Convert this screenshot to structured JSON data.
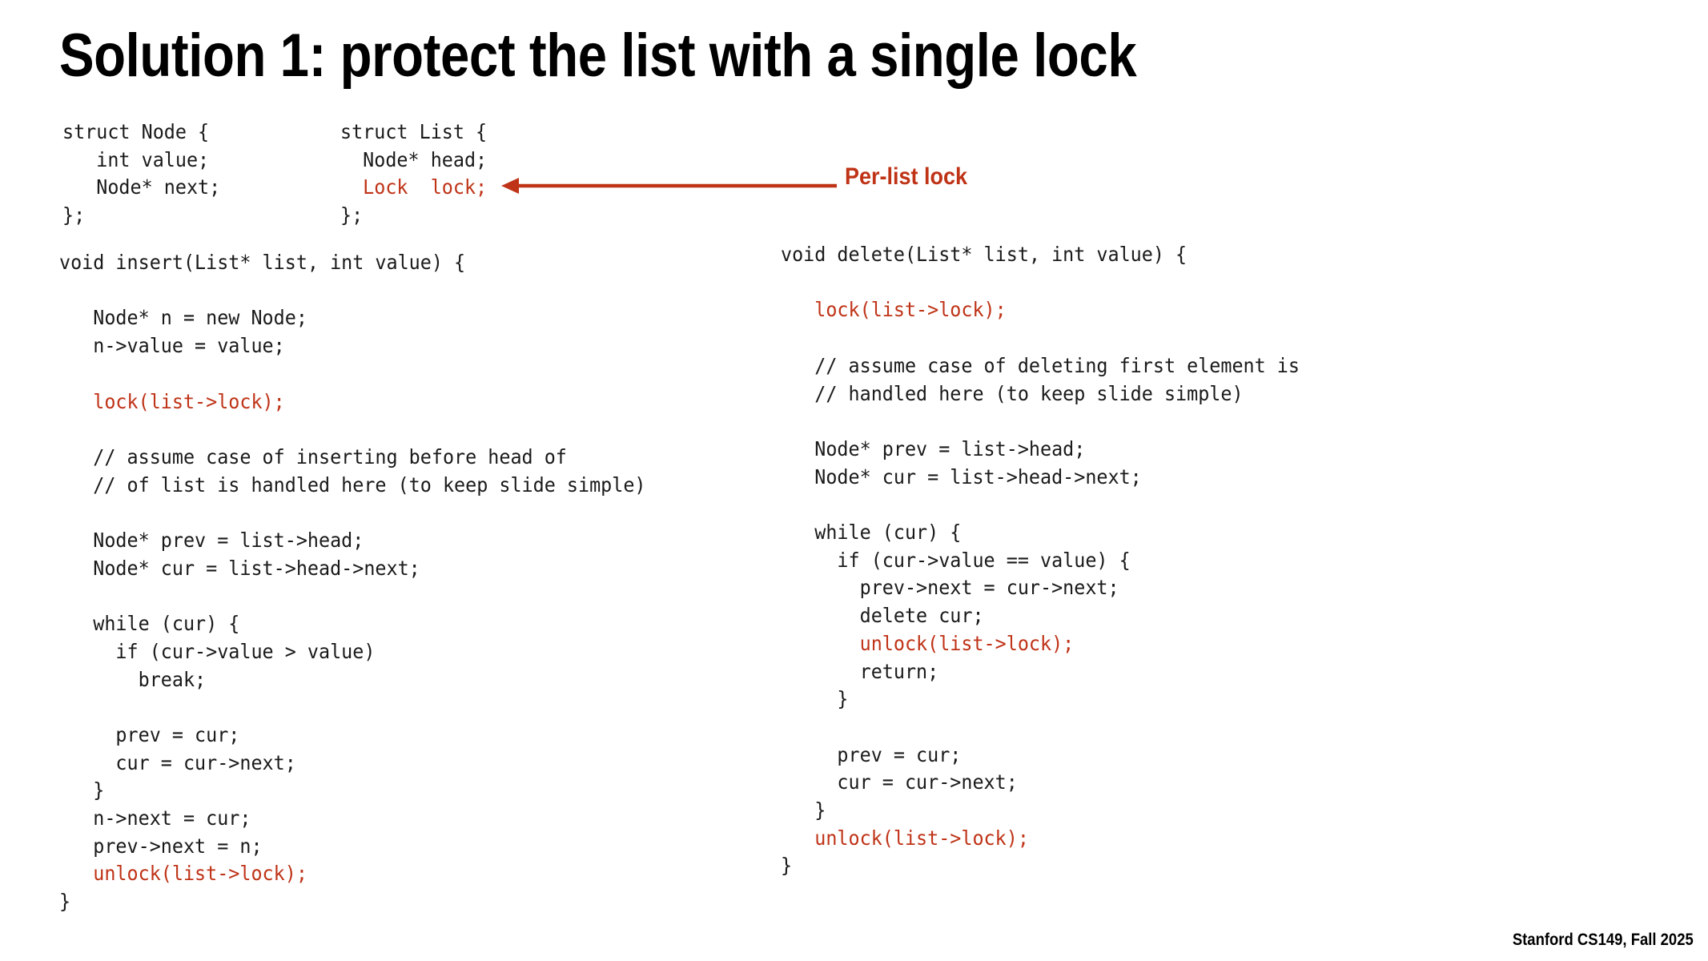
{
  "slide": {
    "title": "Solution 1: protect the list with a single lock",
    "footer": "Stanford CS149, Fall 2025",
    "accent_color": "#BF3317",
    "text_color": "#1a1a1a",
    "background_color": "#ffffff"
  },
  "callout": {
    "label": "Per-list lock",
    "arrow_icon": "left-arrow-icon",
    "color": "#BF3317"
  },
  "struct_node": {
    "lines": [
      {
        "text": "struct Node {",
        "color": "black"
      },
      {
        "text": "   int value;",
        "color": "black"
      },
      {
        "text": "   Node* next;",
        "color": "black"
      },
      {
        "text": "};",
        "color": "black"
      }
    ]
  },
  "struct_list": {
    "lines": [
      {
        "text": "struct List {",
        "color": "black"
      },
      {
        "text": "  Node* head;",
        "color": "black"
      },
      {
        "text": "  Lock  lock;",
        "color": "red"
      },
      {
        "text": "};",
        "color": "black"
      }
    ]
  },
  "insert_function": {
    "lines": [
      {
        "text": "void insert(List* list, int value) {",
        "color": "black"
      },
      {
        "text": "",
        "color": "black"
      },
      {
        "text": "   Node* n = new Node;",
        "color": "black"
      },
      {
        "text": "   n->value = value;",
        "color": "black"
      },
      {
        "text": "",
        "color": "black"
      },
      {
        "text": "   lock(list->lock);",
        "color": "red"
      },
      {
        "text": "",
        "color": "black"
      },
      {
        "text": "   // assume case of inserting before head of",
        "color": "black"
      },
      {
        "text": "   // of list is handled here (to keep slide simple)",
        "color": "black"
      },
      {
        "text": "",
        "color": "black"
      },
      {
        "text": "   Node* prev = list->head;",
        "color": "black"
      },
      {
        "text": "   Node* cur = list->head->next;",
        "color": "black"
      },
      {
        "text": "",
        "color": "black"
      },
      {
        "text": "   while (cur) {",
        "color": "black"
      },
      {
        "text": "     if (cur->value > value)",
        "color": "black"
      },
      {
        "text": "       break;",
        "color": "black"
      },
      {
        "text": "",
        "color": "black"
      },
      {
        "text": "     prev = cur;",
        "color": "black"
      },
      {
        "text": "     cur = cur->next;",
        "color": "black"
      },
      {
        "text": "   }",
        "color": "black"
      },
      {
        "text": "   n->next = cur;",
        "color": "black"
      },
      {
        "text": "   prev->next = n;",
        "color": "black"
      },
      {
        "text": "   unlock(list->lock);",
        "color": "red"
      },
      {
        "text": "}",
        "color": "black"
      }
    ]
  },
  "delete_function": {
    "lines": [
      {
        "text": "void delete(List* list, int value) {",
        "color": "black"
      },
      {
        "text": "",
        "color": "black"
      },
      {
        "text": "   lock(list->lock);",
        "color": "red"
      },
      {
        "text": "",
        "color": "black"
      },
      {
        "text": "   // assume case of deleting first element is",
        "color": "black"
      },
      {
        "text": "   // handled here (to keep slide simple)",
        "color": "black"
      },
      {
        "text": "",
        "color": "black"
      },
      {
        "text": "   Node* prev = list->head;",
        "color": "black"
      },
      {
        "text": "   Node* cur = list->head->next;",
        "color": "black"
      },
      {
        "text": "",
        "color": "black"
      },
      {
        "text": "   while (cur) {",
        "color": "black"
      },
      {
        "text": "     if (cur->value == value) {",
        "color": "black"
      },
      {
        "text": "       prev->next = cur->next;",
        "color": "black"
      },
      {
        "text": "       delete cur;",
        "color": "black"
      },
      {
        "text": "       unlock(list->lock);",
        "color": "red"
      },
      {
        "text": "       return;",
        "color": "black"
      },
      {
        "text": "     }",
        "color": "black"
      },
      {
        "text": "",
        "color": "black"
      },
      {
        "text": "     prev = cur;",
        "color": "black"
      },
      {
        "text": "     cur = cur->next;",
        "color": "black"
      },
      {
        "text": "   }",
        "color": "black"
      },
      {
        "text": "   unlock(list->lock);",
        "color": "red"
      },
      {
        "text": "}",
        "color": "black"
      }
    ]
  }
}
